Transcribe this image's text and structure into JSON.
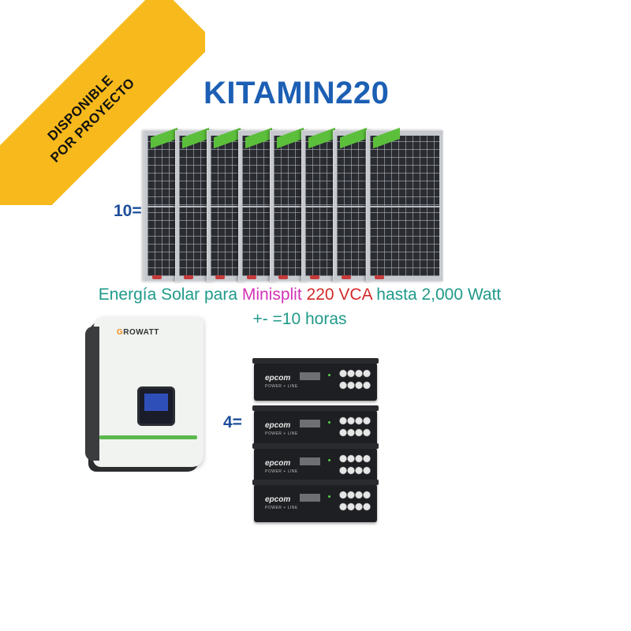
{
  "ribbon": {
    "line1": "DISPONIBLE",
    "line2": "POR PROYECTO"
  },
  "title": "KITAMIN220",
  "panel_quantity": "10=",
  "battery_quantity": "4=",
  "headline": {
    "part1": "Energía Solar para ",
    "part2": "Minisplit",
    "part3": " ",
    "part4": "220 VCA",
    "part5": " hasta 2,000 Watt"
  },
  "hours": "+- =10 horas",
  "inverter": {
    "brand_initial": "G",
    "brand_rest": "ROWATT"
  },
  "battery": {
    "logo": "epcom",
    "sub": "POWER + LINE"
  },
  "colors": {
    "title": "#1c5fb4",
    "ribbon": "#f7b91b",
    "teal_text": "#1f9a8a",
    "magenta": "#d233b6",
    "red": "#d22a2a"
  }
}
